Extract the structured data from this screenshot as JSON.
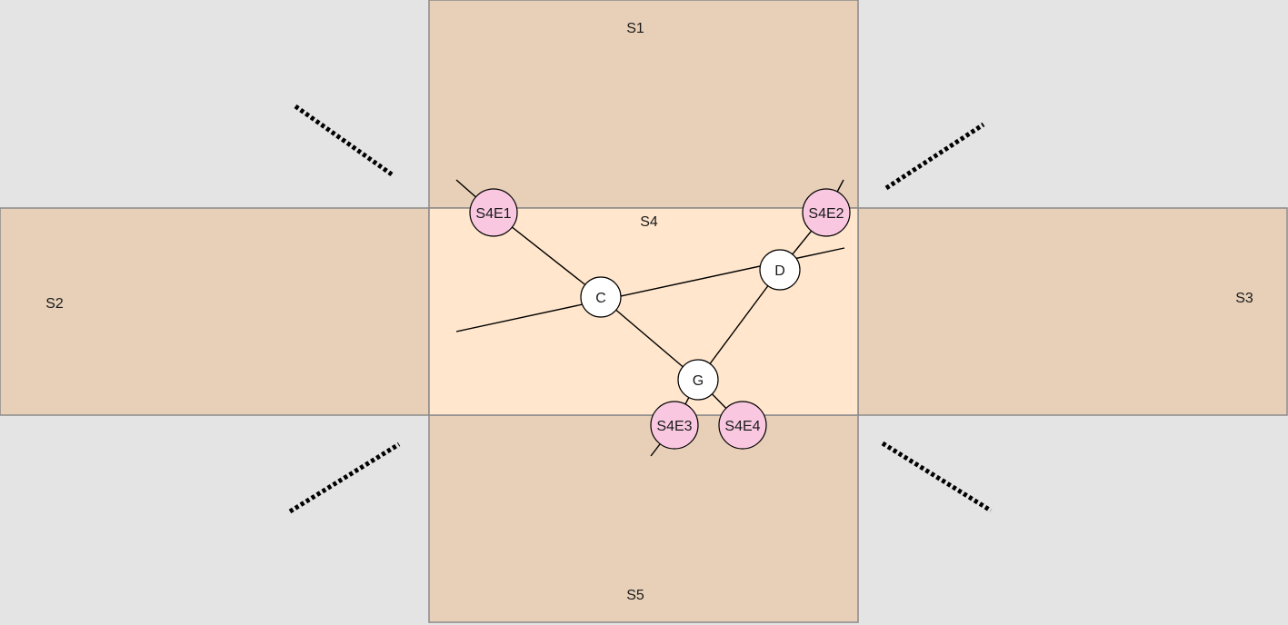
{
  "colors": {
    "background": "#e4e4e4",
    "outer_section_fill": "#e8d0b8",
    "center_section_fill": "#ffe6cc",
    "section_border": "#8a8a8a",
    "endpoint_fill": "#f9c8e0",
    "junction_fill": "#ffffff",
    "line": "#000000"
  },
  "sections": {
    "s1": "S1",
    "s2": "S2",
    "s3": "S3",
    "s4": "S4",
    "s5": "S5"
  },
  "junctions": {
    "c": "C",
    "d": "D",
    "g": "G"
  },
  "endpoints": {
    "e1": "S4E1",
    "e2": "S4E2",
    "e3": "S4E3",
    "e4": "S4E4"
  },
  "connections": [
    {
      "from": "S4E1",
      "to": "C"
    },
    {
      "from": "C",
      "to": "G"
    },
    {
      "from": "G",
      "to": "D"
    },
    {
      "from": "D",
      "to": "S4E2"
    },
    {
      "from": "G",
      "to": "S4E3"
    },
    {
      "from": "G",
      "to": "S4E4"
    },
    {
      "from": "C",
      "to": "D"
    }
  ]
}
